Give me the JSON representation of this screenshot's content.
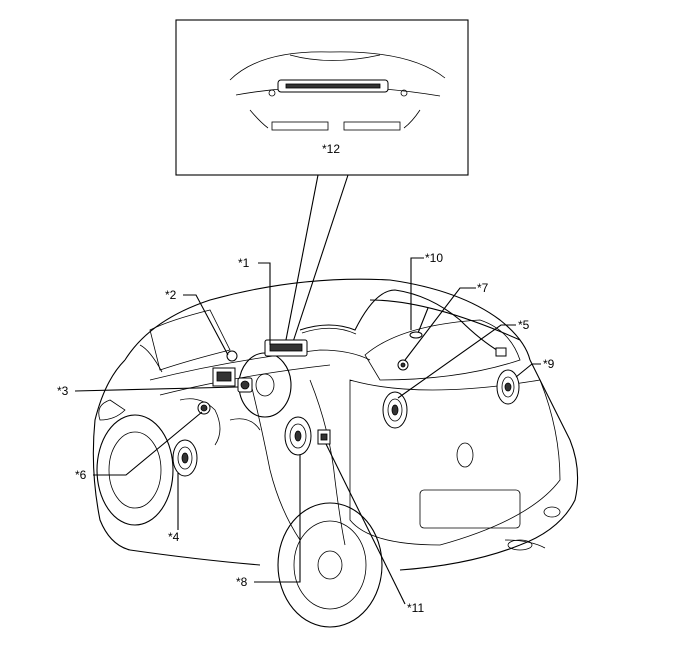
{
  "callouts": {
    "c1": "*1",
    "c2": "*2",
    "c3": "*3",
    "c4": "*4",
    "c5": "*5",
    "c6": "*6",
    "c7": "*7",
    "c8": "*8",
    "c9": "*9",
    "c10": "*10",
    "c11": "*11",
    "c12": "*12"
  }
}
